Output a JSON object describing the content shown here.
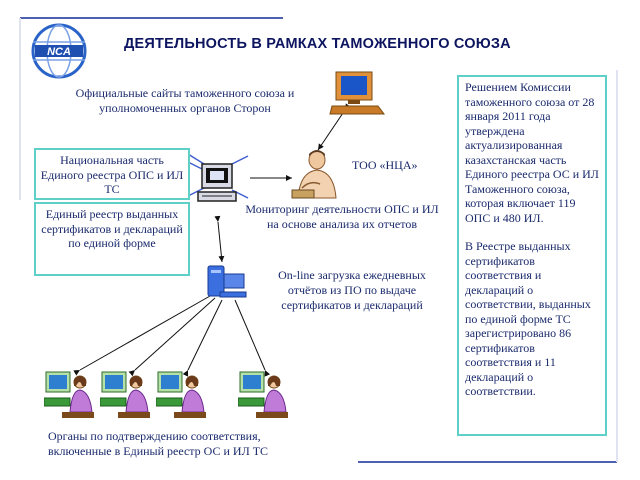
{
  "colors": {
    "title": "#0d1560",
    "text": "#1a2a6c",
    "box_border": "#5fd0c8",
    "decor_line": "#5060b0",
    "logo_blue": "#2a63c8"
  },
  "header": {
    "logo_text": "NCA",
    "title": "ДЕЯТЕЛЬНОСТЬ В РАМКАХ ТАМОЖЕННОГО СОЮЗА"
  },
  "diagram": {
    "official_sites_caption": "Официальные сайты таможенного союза и уполномоченных органов Сторон",
    "national_part_box": "Национальная часть Единого реестра ОПС и ИЛ ТС",
    "unified_registry_box": "Единый реестр выданных сертификатов и деклараций по единой форме",
    "too_label": "ТОО «НЦА»",
    "monitoring_caption": "Мониторинг деятельности ОПС и ИЛ на основе анализа их отчетов",
    "online_caption": "On-line загрузка ежедневных отчётов из ПО по выдаче сертификатов и деклараций",
    "bodies_caption": "Органы по подтверждению соответствия, включенные в Единый реестр ОС и ИЛ ТС",
    "right_box": {
      "paragraph1": "Решением Комиссии таможенного союза от 28 января 2011 года утверждена актуализированная казахстанская часть Единого реестра ОС и ИЛ Таможенного союза, которая включает 119 ОПС и 480 ИЛ.",
      "paragraph2": "В Реестре выданных сертификатов соответствия и деклараций о соответствии, выданных по единой форме ТС зарегистрировано 86 сертификатов соответствия и 11 деклараций о соответствии."
    }
  },
  "icons": {
    "logo": "nca-globe-logo",
    "web_computer": "desktop-computer-icon",
    "database_computer": "database-terminal-icon",
    "analyst": "analyst-person-icon",
    "network_pc": "network-pc-icon",
    "operator": "operator-at-computer-icon"
  }
}
